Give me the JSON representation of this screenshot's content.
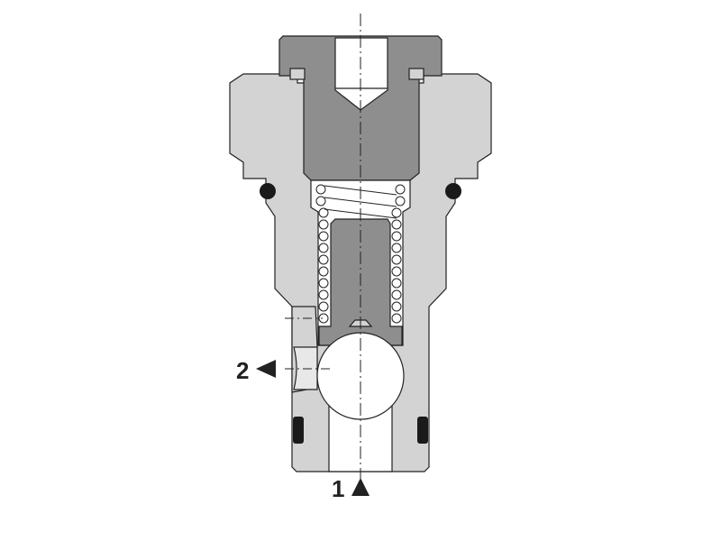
{
  "diagram": {
    "ports": [
      {
        "label": "2",
        "direction": "left"
      },
      {
        "label": "1",
        "direction": "up"
      }
    ],
    "colors": {
      "body": "#d3d3d3",
      "internal_parts": "#8e8e8e",
      "seals": "#1a1a1a",
      "outline": "#222222"
    }
  }
}
